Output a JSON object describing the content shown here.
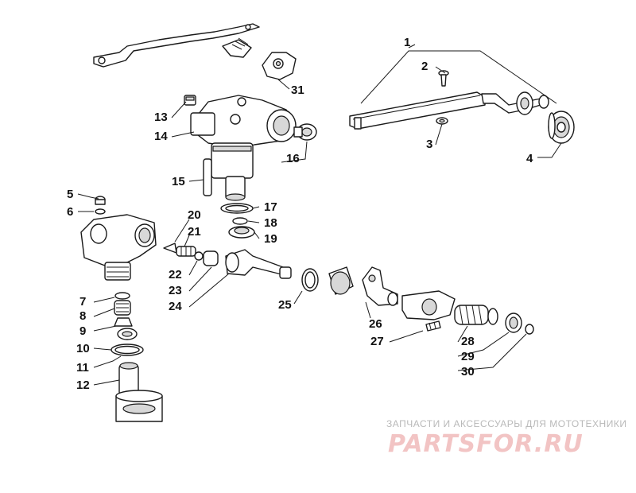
{
  "callouts": [
    {
      "id": "c1",
      "text": "1"
    },
    {
      "id": "c2",
      "text": "2"
    },
    {
      "id": "c3",
      "text": "3"
    },
    {
      "id": "c4",
      "text": "4"
    },
    {
      "id": "c5",
      "text": "5"
    },
    {
      "id": "c6",
      "text": "6"
    },
    {
      "id": "c7",
      "text": "7"
    },
    {
      "id": "c8",
      "text": "8"
    },
    {
      "id": "c9",
      "text": "9"
    },
    {
      "id": "c10",
      "text": "10"
    },
    {
      "id": "c11",
      "text": "11"
    },
    {
      "id": "c12",
      "text": "12"
    },
    {
      "id": "c13",
      "text": "13"
    },
    {
      "id": "c14",
      "text": "14"
    },
    {
      "id": "c15",
      "text": "15"
    },
    {
      "id": "c16",
      "text": "16"
    },
    {
      "id": "c17",
      "text": "17"
    },
    {
      "id": "c18",
      "text": "18"
    },
    {
      "id": "c19",
      "text": "19"
    },
    {
      "id": "c20",
      "text": "20"
    },
    {
      "id": "c21",
      "text": "21"
    },
    {
      "id": "c22",
      "text": "22"
    },
    {
      "id": "c23",
      "text": "23"
    },
    {
      "id": "c24",
      "text": "24"
    },
    {
      "id": "c25",
      "text": "25"
    },
    {
      "id": "c26",
      "text": "26"
    },
    {
      "id": "c27",
      "text": "27"
    },
    {
      "id": "c28",
      "text": "28"
    },
    {
      "id": "c29",
      "text": "29"
    },
    {
      "id": "c30",
      "text": "30"
    },
    {
      "id": "c31",
      "text": "31"
    }
  ],
  "watermark": {
    "tagline": "ЗАПЧАСТИ И АКСЕССУАРЫ ДЛЯ МОТОТЕХНИКИ",
    "logo": "PARTSFOR.RU",
    "color": "#f2c4c4"
  }
}
